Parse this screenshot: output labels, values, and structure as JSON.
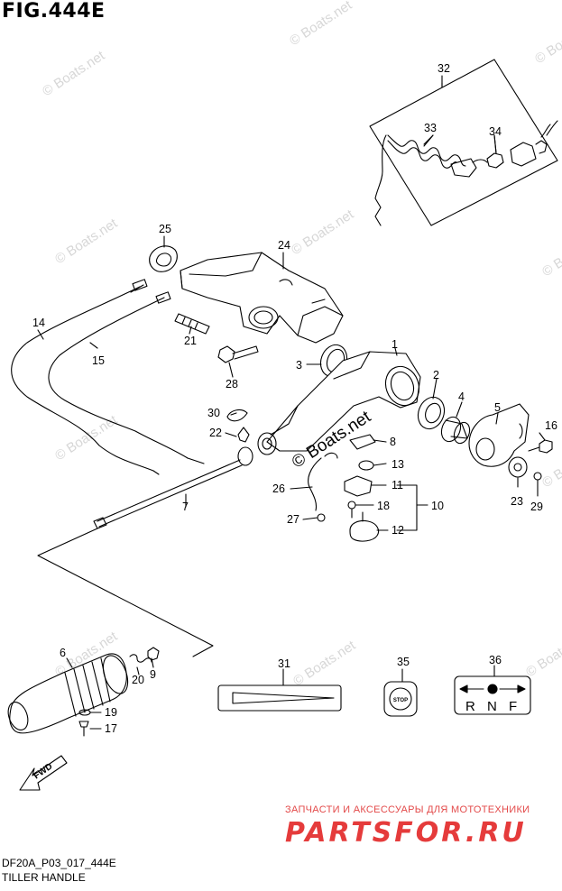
{
  "figure": {
    "title": "FIG.444E",
    "code": "DF20A_P03_017_444E",
    "name": "TILLER HANDLE"
  },
  "watermarks": {
    "text": "© Boats.net",
    "center_text": "© Boats.net"
  },
  "branding": {
    "tagline": "ЗАПЧАСТИ И АКСЕССУАРЫ ДЛЯ МОТОТЕХНИКИ",
    "logo_text": "PARTSFOR.RU",
    "color": "#e53b3b"
  },
  "part_labels": [
    "1",
    "2",
    "3",
    "4",
    "5",
    "6",
    "7",
    "8",
    "9",
    "10",
    "11",
    "12",
    "13",
    "14",
    "15",
    "16",
    "17",
    "18",
    "19",
    "20",
    "21",
    "22",
    "23",
    "24",
    "25",
    "26",
    "27",
    "28",
    "29",
    "30",
    "31",
    "32",
    "33",
    "34",
    "35",
    "36"
  ],
  "decals": {
    "stop_text": "STOP",
    "shift_letters": [
      "R",
      "N",
      "F"
    ]
  },
  "fwd_arrow": "FWD"
}
